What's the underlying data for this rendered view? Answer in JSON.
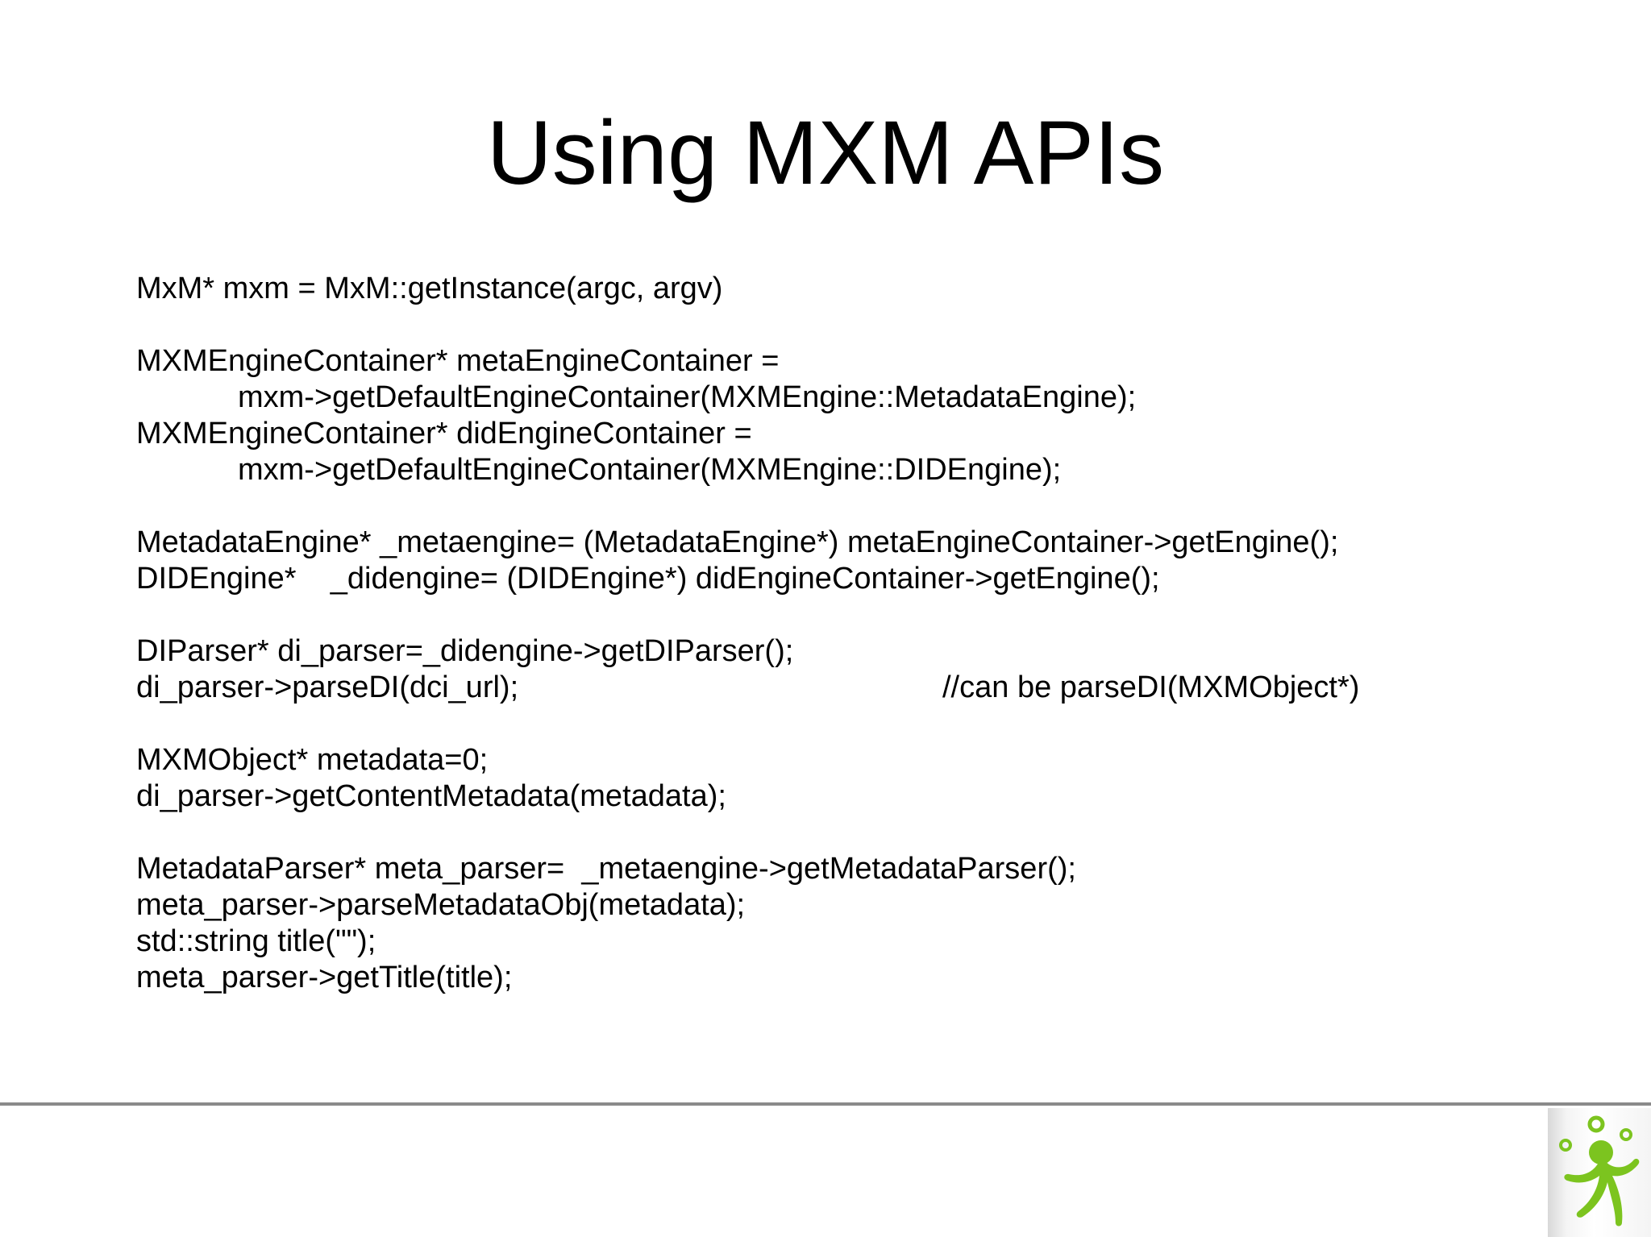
{
  "slide": {
    "title": "Using MXM APIs",
    "code_lines": [
      {
        "text": "MxM* mxm = MxM::getInstance(argc, argv)",
        "indent": false
      },
      {
        "text": "",
        "blank": true
      },
      {
        "text": "MXMEngineContainer* metaEngineContainer =",
        "indent": false
      },
      {
        "text": "mxm->getDefaultEngineContainer(MXMEngine::MetadataEngine);",
        "indent": true
      },
      {
        "text": "MXMEngineContainer* didEngineContainer =",
        "indent": false
      },
      {
        "text": "mxm->getDefaultEngineContainer(MXMEngine::DIDEngine);",
        "indent": true
      },
      {
        "text": "",
        "blank": true
      },
      {
        "text": "MetadataEngine* _metaengine= (MetadataEngine*) metaEngineContainer->getEngine();",
        "indent": false
      },
      {
        "text": "DIDEngine*    _didengine= (DIDEngine*) didEngineContainer->getEngine();",
        "indent": false
      },
      {
        "text": "",
        "blank": true
      },
      {
        "text": "DIParser* di_parser=_didengine->getDIParser();",
        "indent": false
      },
      {
        "text": "di_parser->parseDI(dci_url);",
        "indent": false,
        "comment": "//can be parseDI(MXMObject*)"
      },
      {
        "text": "",
        "blank": true
      },
      {
        "text": "MXMObject* metadata=0;",
        "indent": false
      },
      {
        "text": "di_parser->getContentMetadata(metadata);",
        "indent": false
      },
      {
        "text": "",
        "blank": true
      },
      {
        "text": "MetadataParser* meta_parser=  _metaengine->getMetadataParser();",
        "indent": false
      },
      {
        "text": "meta_parser->parseMetadataObj(metadata);",
        "indent": false
      },
      {
        "text": "std::string title(\"\");",
        "indent": false
      },
      {
        "text": "meta_parser->getTitle(title);",
        "indent": false
      }
    ]
  },
  "footer": {
    "logo_icon": "green-figure-logo-icon",
    "rule_color": "#8a8a8a",
    "logo_color": "#7cc41f"
  }
}
